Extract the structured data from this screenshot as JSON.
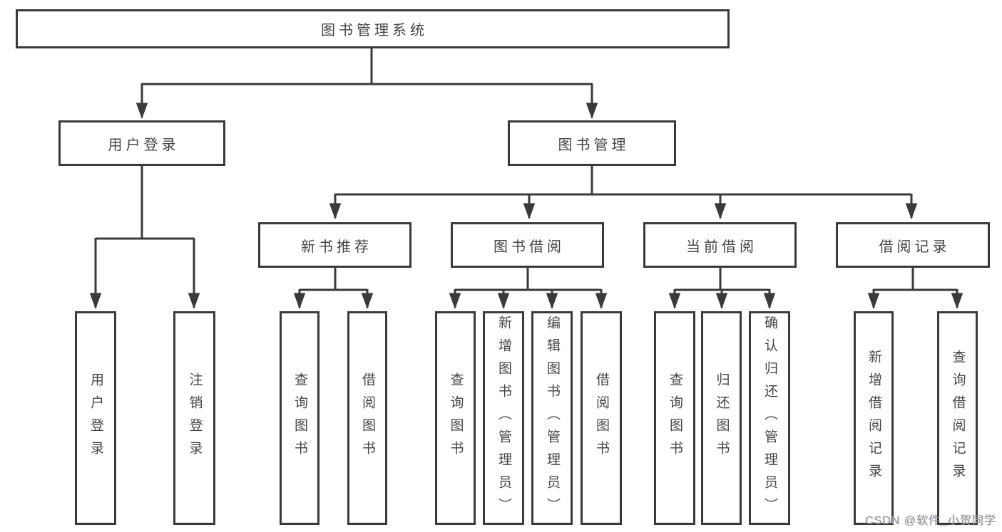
{
  "root": {
    "label": "图书管理系统"
  },
  "level2": {
    "user_login": {
      "label": "用户登录"
    },
    "book_management": {
      "label": "图书管理"
    }
  },
  "level3": {
    "new_book_recommend": {
      "label": "新书推荐"
    },
    "book_borrow": {
      "label": "图书借阅"
    },
    "current_borrow": {
      "label": "当前借阅"
    },
    "borrow_records": {
      "label": "借阅记录"
    }
  },
  "leaves": {
    "user_login": {
      "label": "用户登录"
    },
    "logout": {
      "label": "注销登录"
    },
    "query_books_a": {
      "label": "查询图书"
    },
    "borrow_books_a": {
      "label": "借阅图书"
    },
    "query_books_b": {
      "label": "查询图书"
    },
    "add_books_admin": {
      "label": "新增图书（管理员）"
    },
    "edit_books_admin": {
      "label": "编辑图书（管理员）"
    },
    "borrow_books_b": {
      "label": "借阅图书"
    },
    "query_books_c": {
      "label": "查询图书"
    },
    "return_books": {
      "label": "归还图书"
    },
    "confirm_return_admin": {
      "label": "确认归还（管理员）"
    },
    "add_borrow_record": {
      "label": "新增借阅记录"
    },
    "query_borrow_record": {
      "label": "查询借阅记录"
    }
  },
  "watermark": "CSDN @软件_小贺同学",
  "colors": {
    "line": "#3a3a3a",
    "box_border": "#3a3a3a",
    "text": "#454545",
    "background": "#ffffff",
    "watermark": "#9c9c9c"
  }
}
